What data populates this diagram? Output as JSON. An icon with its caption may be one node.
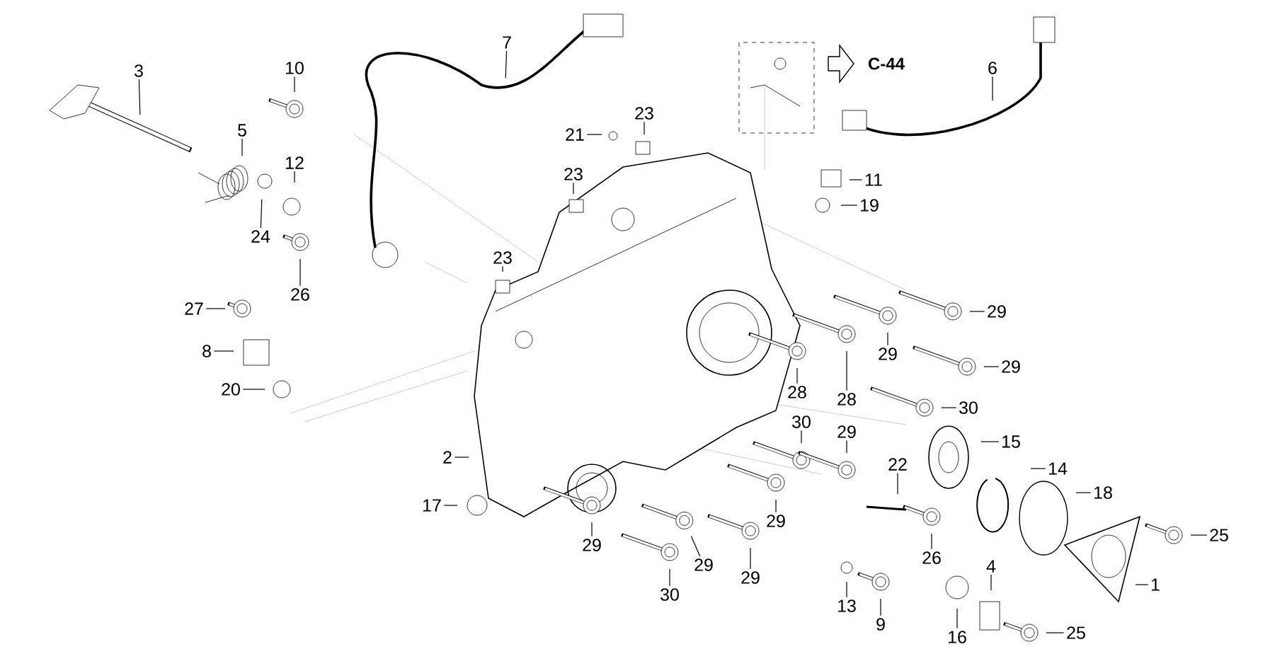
{
  "diagram": {
    "nodes": [
      {
        "text": [
          "3"
        ]
      },
      {
        "text": [
          "10"
        ]
      },
      {
        "text": [
          "7"
        ]
      },
      {
        "text": [
          "5"
        ]
      },
      {
        "text": [
          "12"
        ]
      },
      {
        "text": [
          "24"
        ]
      },
      {
        "text": [
          "21"
        ]
      },
      {
        "text": [
          "23"
        ]
      },
      {
        "text": [
          "23"
        ]
      },
      {
        "text": [
          "23"
        ]
      },
      {
        "text": [
          "26"
        ]
      },
      {
        "text": [
          "27"
        ]
      },
      {
        "text": [
          "8"
        ]
      },
      {
        "text": [
          "20"
        ]
      },
      {
        "text": [
          "2"
        ]
      },
      {
        "text": [
          "17"
        ]
      },
      {
        "text": [
          "29"
        ]
      },
      {
        "text": [
          "30"
        ]
      },
      {
        "text": [
          "29"
        ]
      },
      {
        "text": [
          "29"
        ]
      },
      {
        "text": [
          "29"
        ]
      },
      {
        "text": [
          "11"
        ]
      },
      {
        "text": [
          "19"
        ]
      },
      {
        "text": [
          "6"
        ]
      },
      {
        "text": [
          "29"
        ]
      },
      {
        "text": [
          "29"
        ]
      },
      {
        "text": [
          "29"
        ]
      },
      {
        "text": [
          "28"
        ]
      },
      {
        "text": [
          "28"
        ]
      },
      {
        "text": [
          "30"
        ]
      },
      {
        "text": [
          "30"
        ]
      },
      {
        "text": [
          "29"
        ]
      },
      {
        "text": [
          "22"
        ]
      },
      {
        "text": [
          "15"
        ]
      },
      {
        "text": [
          "14"
        ]
      },
      {
        "text": [
          "18"
        ]
      },
      {
        "text": [
          "25"
        ]
      },
      {
        "text": [
          "1"
        ]
      },
      {
        "text": [
          "26"
        ]
      },
      {
        "text": [
          "16"
        ]
      },
      {
        "text": [
          "4"
        ]
      },
      {
        "text": [
          "9"
        ]
      },
      {
        "text": [
          "13"
        ]
      },
      {
        "text": [
          "25"
        ]
      }
    ],
    "edges": [
      {
        "from": 0,
        "to": null,
        "arrow": "none"
      },
      {
        "from": 1,
        "to": null,
        "arrow": "none"
      },
      {
        "from": 2,
        "to": null,
        "arrow": "none"
      },
      {
        "from": 3,
        "to": null,
        "arrow": "none"
      },
      {
        "from": 4,
        "to": null,
        "arrow": "none"
      },
      {
        "from": 5,
        "to": null,
        "arrow": "none"
      },
      {
        "from": 6,
        "to": null,
        "arrow": "none"
      },
      {
        "from": 7,
        "to": null,
        "arrow": "none"
      },
      {
        "from": 8,
        "to": null,
        "arrow": "none"
      },
      {
        "from": 9,
        "to": null,
        "arrow": "none"
      },
      {
        "from": 10,
        "to": null,
        "arrow": "none"
      },
      {
        "from": 11,
        "to": null,
        "arrow": "none"
      },
      {
        "from": 12,
        "to": null,
        "arrow": "none"
      },
      {
        "from": 13,
        "to": null,
        "arrow": "none"
      },
      {
        "from": 14,
        "to": null,
        "arrow": "none"
      },
      {
        "from": 15,
        "to": null,
        "arrow": "none"
      },
      {
        "from": 16,
        "to": null,
        "arrow": "none"
      },
      {
        "from": 17,
        "to": null,
        "arrow": "none"
      },
      {
        "from": 18,
        "to": null,
        "arrow": "none"
      },
      {
        "from": 19,
        "to": null,
        "arrow": "none"
      },
      {
        "from": 20,
        "to": null,
        "arrow": "none"
      },
      {
        "from": 21,
        "to": null,
        "arrow": "none"
      },
      {
        "from": 22,
        "to": null,
        "arrow": "none"
      },
      {
        "from": 23,
        "to": null,
        "arrow": "none"
      },
      {
        "from": 24,
        "to": null,
        "arrow": "none"
      },
      {
        "from": 25,
        "to": null,
        "arrow": "none"
      },
      {
        "from": 26,
        "to": null,
        "arrow": "none"
      },
      {
        "from": 27,
        "to": null,
        "arrow": "none"
      },
      {
        "from": 28,
        "to": null,
        "arrow": "none"
      },
      {
        "from": 29,
        "to": null,
        "arrow": "none"
      },
      {
        "from": 30,
        "to": null,
        "arrow": "none"
      },
      {
        "from": 31,
        "to": null,
        "arrow": "none"
      },
      {
        "from": 32,
        "to": null,
        "arrow": "none"
      },
      {
        "from": 33,
        "to": null,
        "arrow": "none"
      },
      {
        "from": 34,
        "to": null,
        "arrow": "none"
      },
      {
        "from": 35,
        "to": null,
        "arrow": "none"
      },
      {
        "from": 36,
        "to": null,
        "arrow": "none"
      },
      {
        "from": 37,
        "to": null,
        "arrow": "none"
      },
      {
        "from": 38,
        "to": null,
        "arrow": "none"
      },
      {
        "from": 39,
        "to": null,
        "arrow": "none"
      },
      {
        "from": 40,
        "to": null,
        "arrow": "none"
      },
      {
        "from": 41,
        "to": null,
        "arrow": "none"
      },
      {
        "from": 42,
        "to": null,
        "arrow": "none"
      },
      {
        "from": 43,
        "to": null,
        "arrow": "none"
      }
    ],
    "labels": [
      "C-44"
    ]
  }
}
